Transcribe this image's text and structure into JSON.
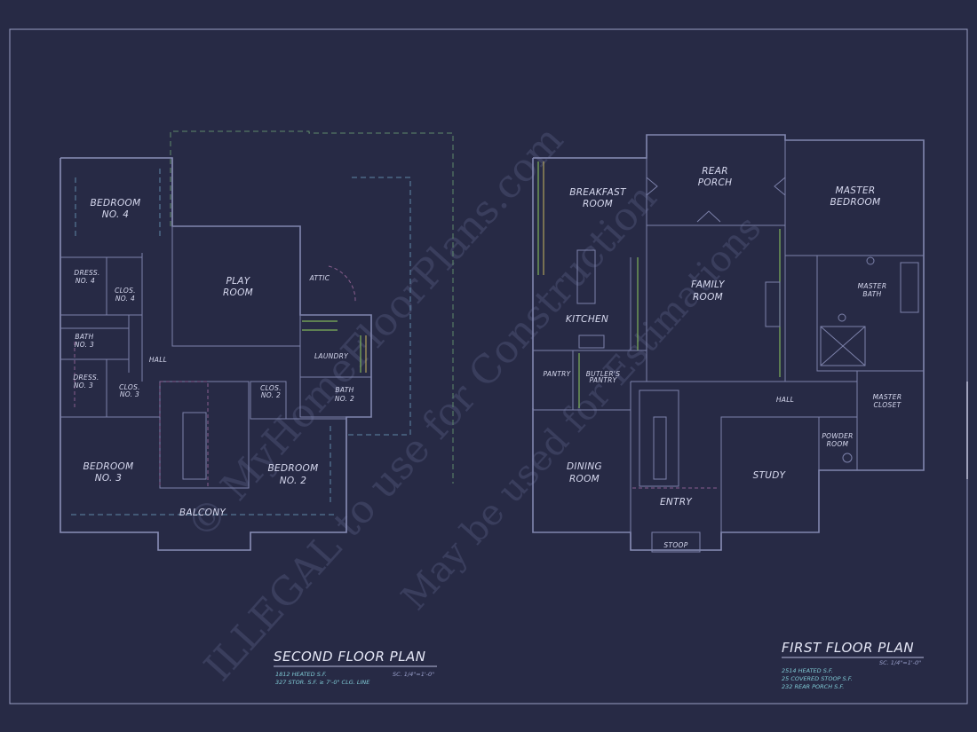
{
  "watermark": {
    "line1": "© MyHomeFloorPlans.com",
    "line2": "ILLEGAL to use for Construction",
    "line3": "May be used for Estimations"
  },
  "second_floor": {
    "title": "SECOND FLOOR PLAN",
    "scale": "SC. 1/4\"=1'-0\"",
    "notes": [
      "1812 HEATED S.F.",
      "327 STOR. S.F. ≥ 7'-0\" CLG. LINE"
    ],
    "rooms": {
      "bedroom4_a": "BEDROOM",
      "bedroom4_b": "NO. 4",
      "dress4_a": "DRESS.",
      "dress4_b": "NO. 4",
      "clos4_a": "CLOS.",
      "clos4_b": "NO. 4",
      "bath3_a": "BATH",
      "bath3_b": "NO. 3",
      "hall": "HALL",
      "dress3_a": "DRESS.",
      "dress3_b": "NO. 3",
      "clos3_a": "CLOS.",
      "clos3_b": "NO. 3",
      "bedroom3_a": "BEDROOM",
      "bedroom3_b": "NO. 3",
      "play_a": "PLAY",
      "play_b": "ROOM",
      "attic": "ATTIC",
      "laundry": "LAUNDRY",
      "clos2_a": "CLOS.",
      "clos2_b": "NO. 2",
      "bath2_a": "BATH",
      "bath2_b": "NO. 2",
      "bedroom2_a": "BEDROOM",
      "bedroom2_b": "NO. 2",
      "balcony": "BALCONY"
    }
  },
  "first_floor": {
    "title": "FIRST FLOOR PLAN",
    "scale": "SC. 1/4\"=1'-0\"",
    "notes": [
      "2514 HEATED S.F.",
      "25 COVERED STOOP S.F.",
      "232 REAR PORCH S.F."
    ],
    "rooms": {
      "breakfast_a": "BREAKFAST",
      "breakfast_b": "ROOM",
      "rear_porch_a": "REAR",
      "rear_porch_b": "PORCH",
      "master_bed_a": "MASTER",
      "master_bed_b": "BEDROOM",
      "kitchen": "KITCHEN",
      "family_a": "FAMILY",
      "family_b": "ROOM",
      "master_bath_a": "MASTER",
      "master_bath_b": "BATH",
      "pantry": "PANTRY",
      "butlers_a": "BUTLER'S",
      "butlers_b": "PANTRY",
      "hall": "HALL",
      "master_closet_a": "MASTER",
      "master_closet_b": "CLOSET",
      "powder_a": "POWDER",
      "powder_b": "ROOM",
      "dining_a": "DINING",
      "dining_b": "ROOM",
      "entry": "ENTRY",
      "study": "STUDY",
      "stoop": "STOOP"
    }
  }
}
